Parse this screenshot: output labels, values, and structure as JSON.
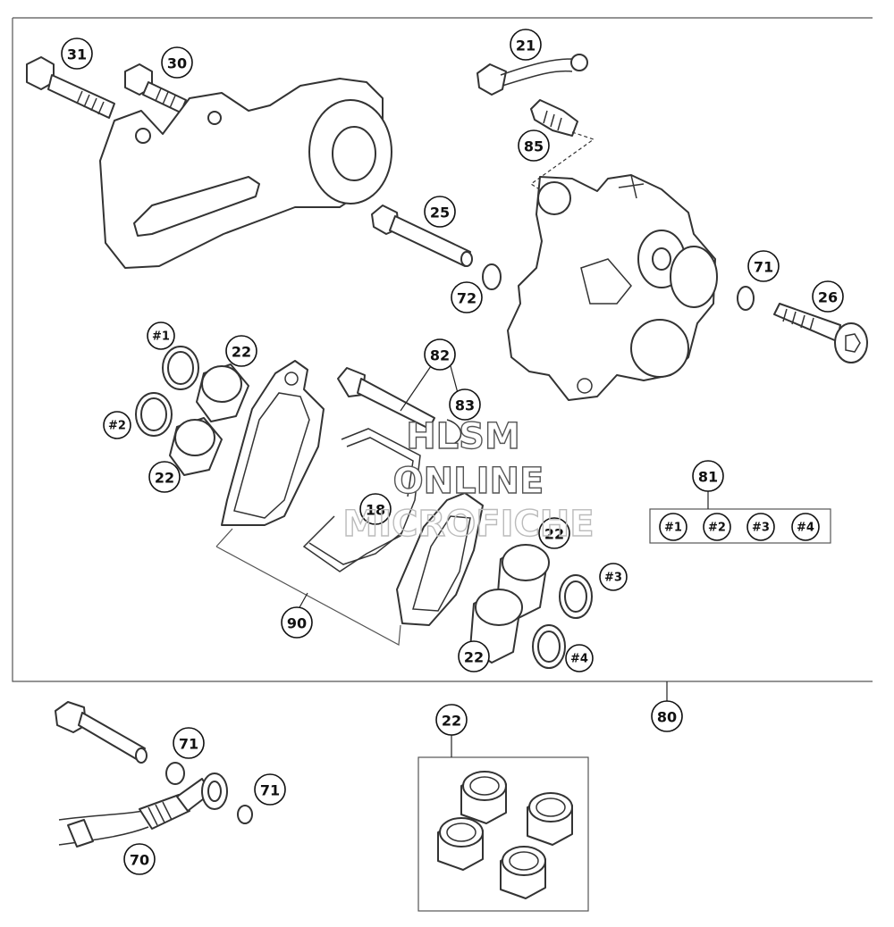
{
  "diagram": {
    "callouts": [
      {
        "id": "31",
        "label": "31"
      },
      {
        "id": "30",
        "label": "30"
      },
      {
        "id": "21",
        "label": "21"
      },
      {
        "id": "85",
        "label": "85"
      },
      {
        "id": "25",
        "label": "25"
      },
      {
        "id": "72",
        "label": "72"
      },
      {
        "id": "71a",
        "label": "71"
      },
      {
        "id": "26",
        "label": "26"
      },
      {
        "id": "h1",
        "label": "#1"
      },
      {
        "id": "22a",
        "label": "22"
      },
      {
        "id": "82",
        "label": "82"
      },
      {
        "id": "83",
        "label": "83"
      },
      {
        "id": "h2",
        "label": "#2"
      },
      {
        "id": "22b",
        "label": "22"
      },
      {
        "id": "18",
        "label": "18"
      },
      {
        "id": "81",
        "label": "81"
      },
      {
        "id": "22c",
        "label": "22"
      },
      {
        "id": "h3",
        "label": "#3"
      },
      {
        "id": "90",
        "label": "90"
      },
      {
        "id": "22d",
        "label": "22"
      },
      {
        "id": "h4",
        "label": "#4"
      },
      {
        "id": "80",
        "label": "80"
      },
      {
        "id": "22e",
        "label": "22"
      },
      {
        "id": "71b",
        "label": "71"
      },
      {
        "id": "71c",
        "label": "71"
      },
      {
        "id": "70",
        "label": "70"
      }
    ],
    "kit_box_labels": [
      "#1",
      "#2",
      "#3",
      "#4"
    ]
  },
  "watermark": {
    "line1": "HLSM",
    "line2": "ONLINE",
    "line3": "MICROFICHE"
  }
}
